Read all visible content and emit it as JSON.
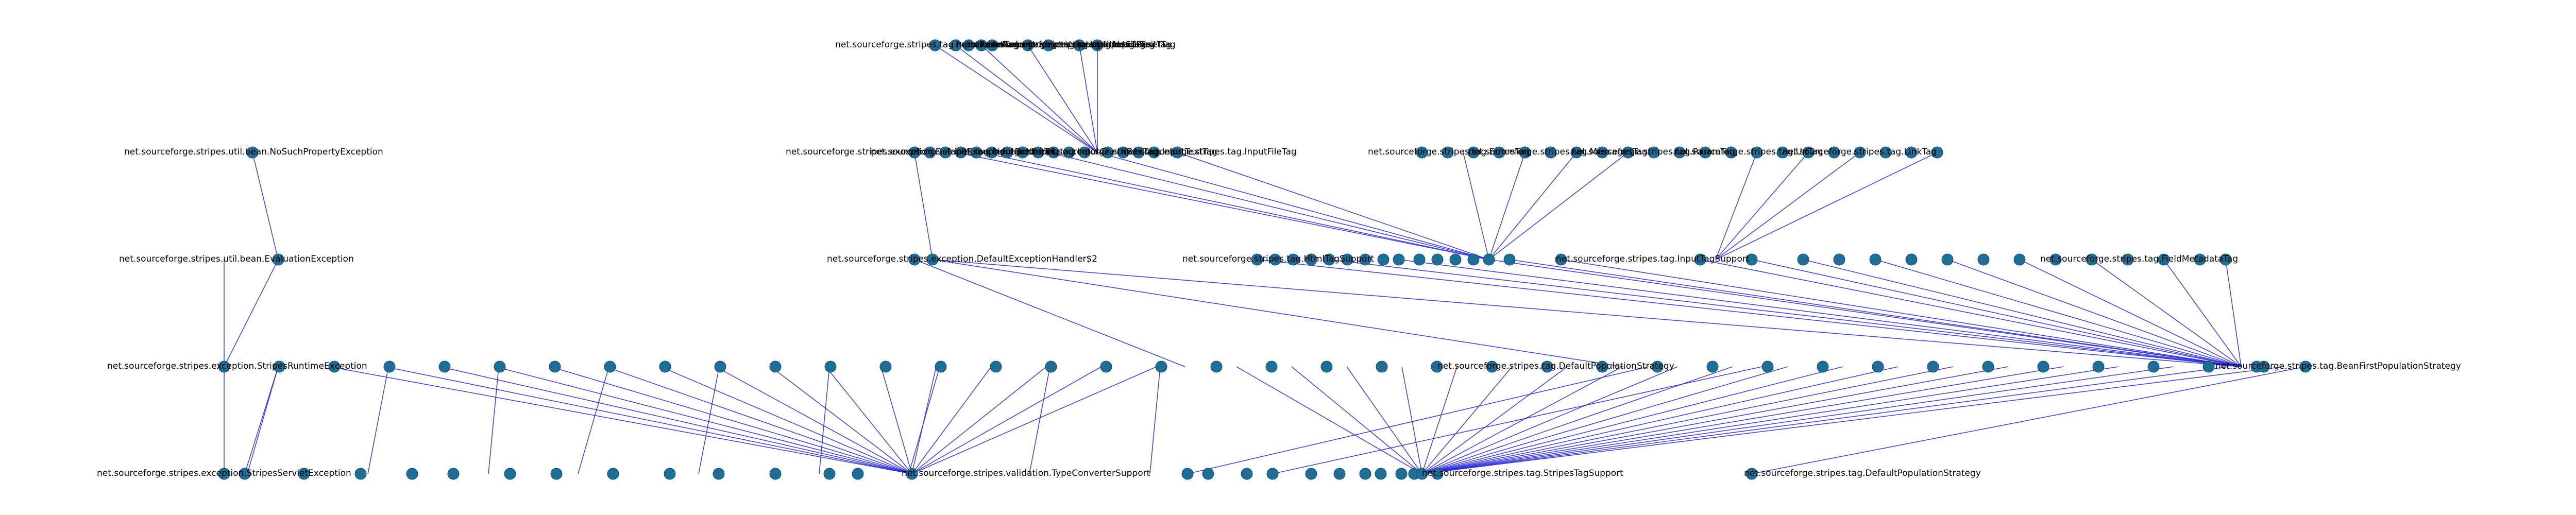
{
  "diagram": {
    "type": "directed-graph",
    "node_color": "#1f6e97",
    "edge_color": "#2727d8",
    "nodes": [
      {
        "id": "r0_a",
        "label": "net.sourceforge.stripes.tag.InputResetTag"
      },
      {
        "id": "r0_b",
        "label": "net.sourceforge.stripes.tag.InputHiddenTag"
      },
      {
        "id": "r0_c",
        "label": "net.sourceforge.stripes.tag.InputImageTag"
      },
      {
        "id": "r0_d",
        "label": "net.sourceforge.stripes.tag.InputSubmitTag"
      },
      {
        "id": "r0_e",
        "label": "net.sourceforge.stripes.tag.InputResetTag"
      },
      {
        "id": "r1_nsp",
        "label": "net.sourceforge.stripes.util.bean.NoSuchPropertyException"
      },
      {
        "id": "r1_hdl",
        "label": "net.sourceforge.stripes.exception.DefaultExceptionHandler$1"
      },
      {
        "id": "r1_in1",
        "label": "net.sourceforge.stripes.tag.InputButtonTag"
      },
      {
        "id": "r1_in2",
        "label": "net.sourceforge.stripes.tag.InputCheckBoxTag"
      },
      {
        "id": "r1_in3",
        "label": "net.sourceforge.stripes.tag.InputTextTag"
      },
      {
        "id": "r1_in4",
        "label": "net.sourceforge.stripes.tag.InputFileTag"
      },
      {
        "id": "r1_lk1",
        "label": "net.sourceforge.stripes.tag.ErrorsTag"
      },
      {
        "id": "r1_lk2",
        "label": "net.sourceforge.stripes.tag.MessagesTag"
      },
      {
        "id": "r1_lk3",
        "label": "net.sourceforge.stripes.tag.ParamTag"
      },
      {
        "id": "r1_lk4",
        "label": "net.sourceforge.stripes.tag.UrlTag"
      },
      {
        "id": "r1_lk5",
        "label": "net.sourceforge.stripes.tag.LinkTag"
      },
      {
        "id": "r2_ev",
        "label": "net.sourceforge.stripes.util.bean.EvaluationException"
      },
      {
        "id": "r2_deh",
        "label": "net.sourceforge.stripes.exception.DefaultExceptionHandler$2"
      },
      {
        "id": "r2_hs",
        "label": "net.sourceforge.stripes.tag.HtmlTagSupport"
      },
      {
        "id": "r2_ins",
        "label": "net.sourceforge.stripes.tag.InputTagSupport"
      },
      {
        "id": "r2_fm",
        "label": "net.sourceforge.stripes.tag.FieldMetadataTag"
      },
      {
        "id": "r3_a",
        "label": "net.sourceforge.stripes.exception.StripesRuntimeException"
      },
      {
        "id": "r3_m",
        "label": "net.sourceforge.stripes.tag.DefaultPopulationStrategy"
      },
      {
        "id": "r3_z",
        "label": "net.sourceforge.stripes.tag.BeanFirstPopulationStrategy"
      },
      {
        "id": "r4_a",
        "label": "net.sourceforge.stripes.exception.StripesServletException"
      },
      {
        "id": "r4_cs",
        "label": "net.sourceforge.stripes.validation.TypeConverterSupport"
      },
      {
        "id": "r4_bt",
        "label": "net.sourceforge.stripes.tag.StripesTagSupport"
      },
      {
        "id": "r4_dp",
        "label": "net.sourceforge.stripes.tag.DefaultPopulationStrategy"
      }
    ]
  }
}
